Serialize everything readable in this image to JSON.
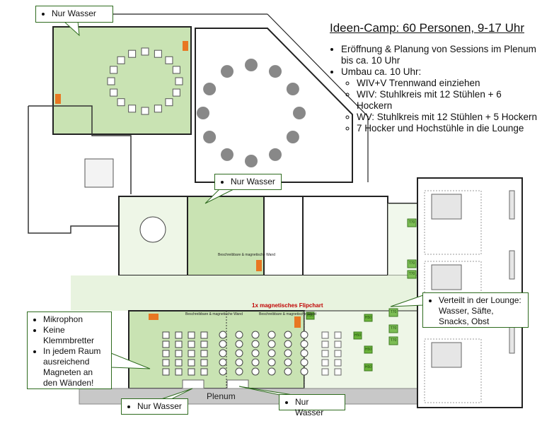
{
  "title": "Ideen-Camp: 60 Personen, 9-17 Uhr",
  "notes": {
    "items": [
      {
        "text": "Eröffnung & Planung von Sessions im Plenum bis ca. 10 Uhr"
      },
      {
        "text": "Umbau ca. 10 Uhr:",
        "subitems": [
          "WIV+V Trennwand einziehen",
          "WIV: Stuhlkreis mit 12 Stühlen + 6 Hockern",
          "WV: Stuhlkreis mit 12 Stühlen + 5 Hockern",
          "7 Hocker und Hochstühle in die Lounge"
        ]
      }
    ]
  },
  "callouts": {
    "water_top_left": "Nur Wasser",
    "water_middle": "Nur Wasser",
    "water_bottom_left": "Nur Wasser",
    "water_bottom_right": "Nur Wasser",
    "plenum_requirements": [
      "Mikrophon",
      "Keine Klemmbretter",
      "In jedem Raum ausreichend Magneten an den Wänden!"
    ],
    "lounge": "Verteilt in der Lounge: Wasser, Säfte, Snacks, Obst"
  },
  "plan_labels": {
    "plenum": "Plenum",
    "flipchart": "1x magnetisches Flipchart",
    "writable_wall": "Beschreibbare & magnetische Wand",
    "t70": "T70",
    "h50": "H50"
  },
  "colors": {
    "room_green": "#c9e3b3",
    "corridor_green": "#e8f3df",
    "callout_border": "#2e6b1e",
    "flipchart_red": "#c00000",
    "plenum_gray": "#c8c8c8"
  }
}
